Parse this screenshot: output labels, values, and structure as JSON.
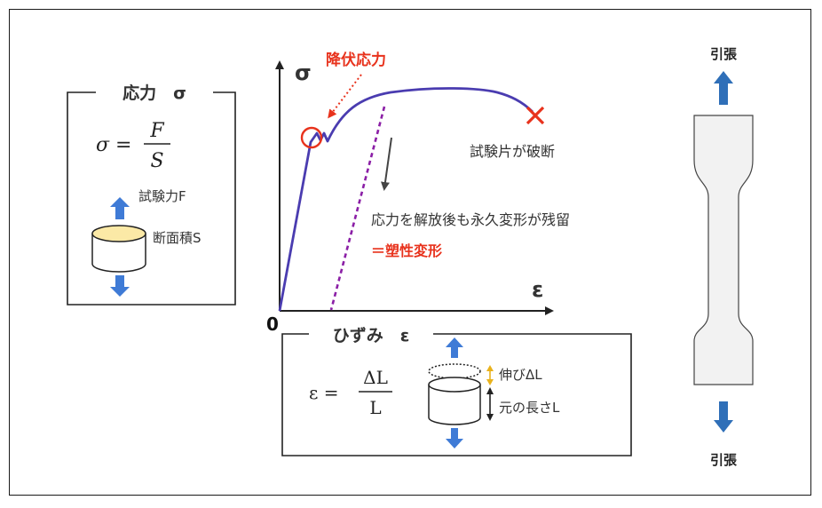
{
  "stress_box": {
    "title": "応力　σ",
    "formula_lhs": "σ =",
    "formula_num": "F",
    "formula_den": "S",
    "force_label": "試験力F",
    "area_label": "断面積S"
  },
  "graph": {
    "y_axis_symbol": "σ",
    "x_axis_symbol": "ε",
    "origin_label": "0",
    "yield_label": "降伏応力",
    "fracture_label": "試験片が破断",
    "unload_label": "応力を解放後も永久変形が残留",
    "plastic_label": "＝塑性変形"
  },
  "strain_box": {
    "title": "ひずみ　ε",
    "formula_lhs": "ε =",
    "formula_num": "ΔL",
    "formula_den": "L",
    "elongation_label": "伸びΔL",
    "length_label": "元の長さL"
  },
  "specimen": {
    "top_label": "引張",
    "bottom_label": "引張"
  },
  "colors": {
    "curve": "#4a3cb0",
    "accent_red": "#e8321c",
    "arrow_blue": "#3f7bd6",
    "dotted_purple": "#8b1fa6",
    "cylinder_top": "#fbe9a6",
    "text": "#333333"
  }
}
